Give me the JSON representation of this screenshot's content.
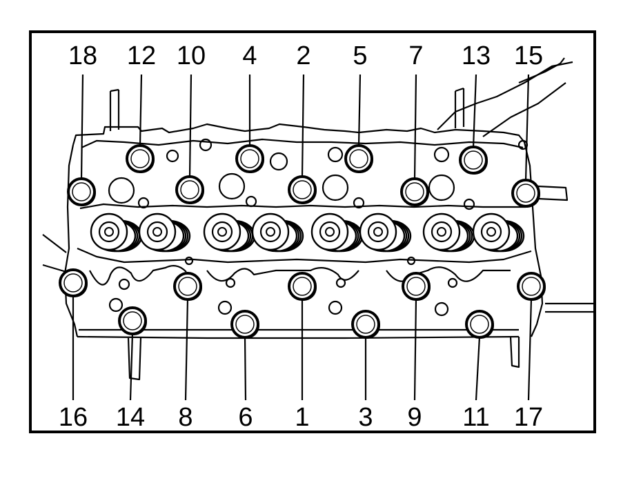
{
  "diagram": {
    "top_labels": [
      "18",
      "12",
      "10",
      "4",
      "2",
      "5",
      "7",
      "13",
      "15"
    ],
    "bottom_labels": [
      "16",
      "14",
      "8",
      "6",
      "1",
      "3",
      "9",
      "11",
      "17"
    ]
  }
}
